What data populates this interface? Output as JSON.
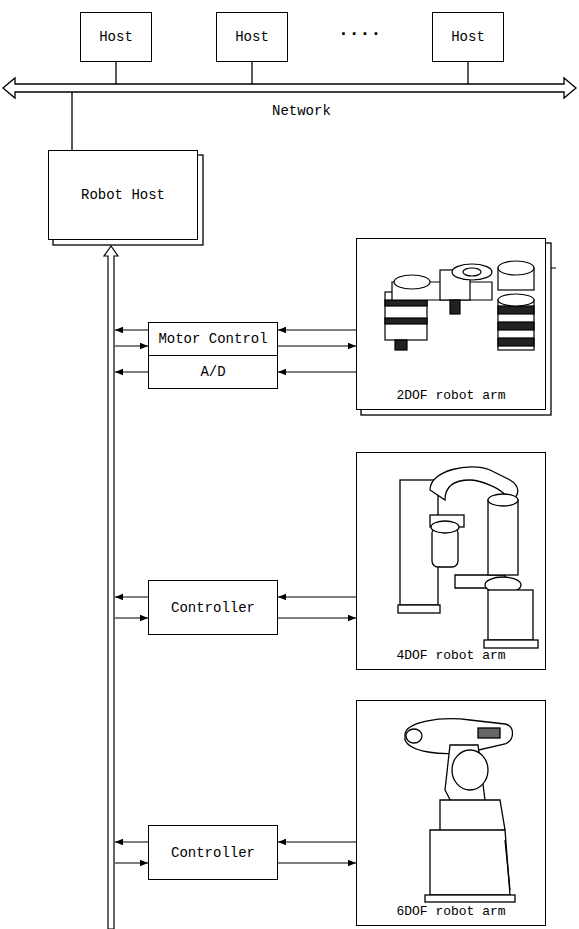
{
  "diagram": {
    "nodes": [
      {
        "text": [
          "Host"
        ]
      },
      {
        "text": [
          "Host"
        ]
      },
      {
        "text": [
          "Host"
        ]
      },
      {
        "text": [
          "Robot Host"
        ]
      },
      {
        "text": [
          "Motor Control"
        ]
      },
      {
        "text": [
          "A/D"
        ]
      },
      {
        "text": [
          "2DOF robot arm"
        ]
      },
      {
        "text": [
          "Controller"
        ]
      },
      {
        "text": [
          "4DOF robot arm"
        ]
      },
      {
        "text": [
          "Controller"
        ]
      },
      {
        "text": [
          "6DOF robot arm"
        ]
      }
    ],
    "edges": [
      {
        "from": 6,
        "to": 4,
        "arrow": "to"
      },
      {
        "from": 4,
        "to": 6,
        "arrow": "to"
      },
      {
        "from": 6,
        "to": 5,
        "arrow": "to"
      },
      {
        "from": 8,
        "to": 7,
        "arrow": "to"
      },
      {
        "from": 7,
        "to": 8,
        "arrow": "to"
      },
      {
        "from": 10,
        "to": 9,
        "arrow": "to"
      },
      {
        "from": 9,
        "to": 10,
        "arrow": "to"
      }
    ],
    "labels": [
      "....",
      "Network"
    ]
  }
}
